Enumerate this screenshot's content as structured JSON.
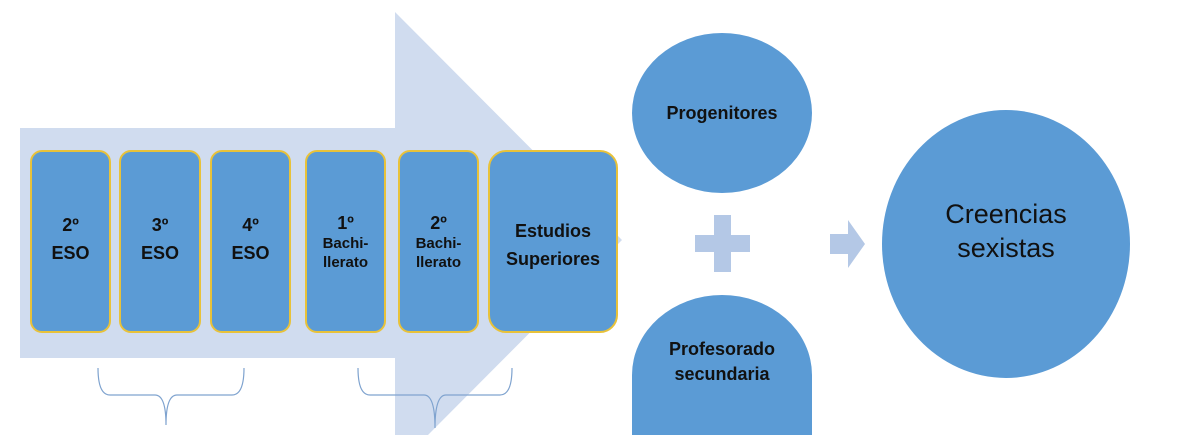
{
  "colors": {
    "box_fill": "#5b9bd5",
    "box_border": "#e8c23a",
    "arrow": "#d0dcef",
    "symbol": "#b4c8e6",
    "brace": "#7fa3cf"
  },
  "stages": [
    {
      "line1": "2º",
      "line2": "ESO"
    },
    {
      "line1": "3º",
      "line2": "ESO"
    },
    {
      "line1": "4º",
      "line2": "ESO"
    },
    {
      "line1": "1º",
      "line2": "Bachi-",
      "line3": "llerato"
    },
    {
      "line1": "2º",
      "line2": "Bachi-",
      "line3": "llerato"
    },
    {
      "line1": "Estudios",
      "line2": "Superiores"
    }
  ],
  "influences": [
    {
      "line1": "Progenitores"
    },
    {
      "line1": "Profesorado",
      "line2": "secundaria"
    }
  ],
  "outcome": {
    "line1": "Creencias",
    "line2": "sexistas"
  }
}
